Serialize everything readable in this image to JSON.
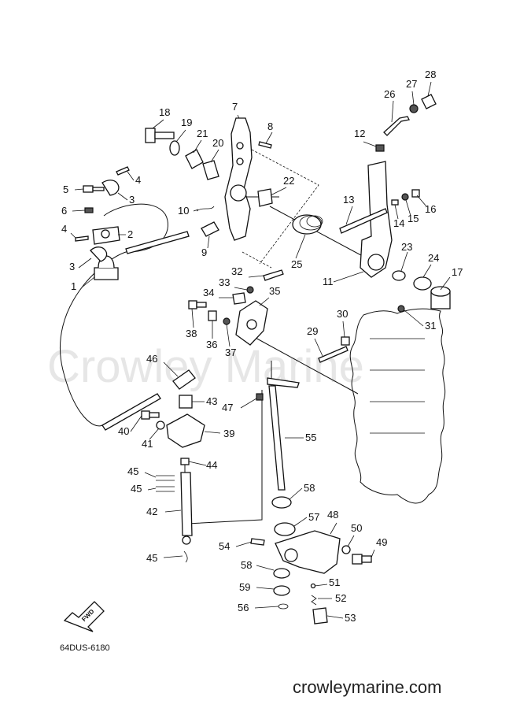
{
  "watermark": "Crowley Marine",
  "footer": "crowleymarine.com",
  "diagram_code": "64DUS-6180",
  "fwd_label": "FWD",
  "callouts": [
    "1",
    "2",
    "3",
    "3",
    "4",
    "4",
    "5",
    "6",
    "7",
    "8",
    "9",
    "10",
    "11",
    "12",
    "13",
    "14",
    "15",
    "16",
    "17",
    "18",
    "19",
    "20",
    "21",
    "22",
    "23",
    "24",
    "25",
    "26",
    "27",
    "28",
    "29",
    "30",
    "31",
    "32",
    "33",
    "34",
    "35",
    "36",
    "37",
    "38",
    "39",
    "40",
    "41",
    "42",
    "43",
    "44",
    "45",
    "45",
    "45",
    "46",
    "47",
    "48",
    "49",
    "50",
    "51",
    "52",
    "53",
    "54",
    "55",
    "56",
    "57",
    "58",
    "58",
    "59"
  ]
}
